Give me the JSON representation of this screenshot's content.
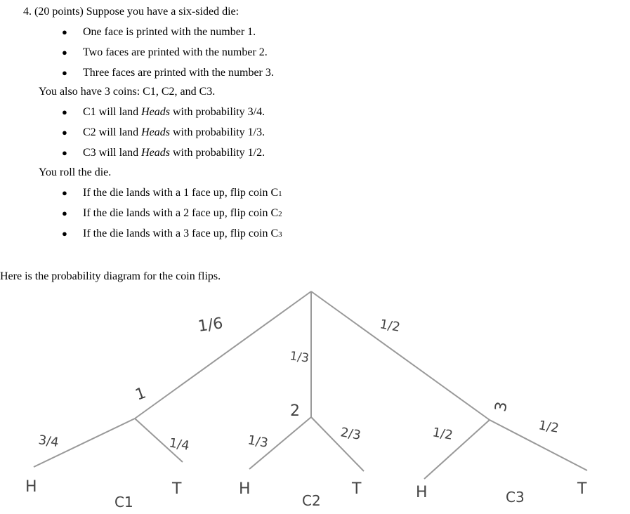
{
  "problem": {
    "header": "4. (20 points) Suppose you have a six-sided die:",
    "die_faces": [
      "One face is printed with the number 1.",
      "Two faces are printed with the number 2.",
      "Three faces are printed with the number 3."
    ],
    "coins_intro": "You also have 3 coins: C1, C2, and C3.",
    "coin_probs": [
      {
        "pre": "C1 will land ",
        "em": "Heads",
        "post": " with probability 3/4."
      },
      {
        "pre": "C2 will land ",
        "em": "Heads",
        "post": " with probability 1/3."
      },
      {
        "pre": "C3 will land ",
        "em": "Heads",
        "post": " with probability 1/2."
      }
    ],
    "roll_intro": "You roll the die.",
    "rules": [
      "If the die lands with a 1 face up, flip coin C",
      "If the die lands with a 2 face up, flip coin C",
      "If the die lands with a 3 face up, flip coin C"
    ],
    "rule_subs": [
      "1",
      "2",
      "3"
    ],
    "diagram_intro": "Here is the probability diagram for the coin flips."
  },
  "tree": {
    "edge_labels": [
      "1/6",
      "1/3",
      "1/2",
      "3/4",
      "1/4",
      "1/3",
      "2/3",
      "1/2",
      "1/2"
    ],
    "node_labels": [
      "1",
      "2",
      "3"
    ],
    "leaf_labels": [
      "H",
      "T",
      "H",
      "T",
      "H",
      "T"
    ],
    "coin_labels": [
      "C1",
      "C2",
      "C3"
    ]
  }
}
